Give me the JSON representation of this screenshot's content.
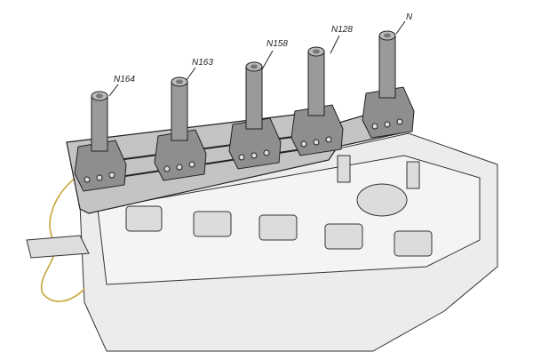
{
  "figure": {
    "labels": [
      "N164",
      "N163",
      "N158",
      "N128",
      "N"
    ],
    "colors": {
      "wire": "#c8a53a",
      "coil": "#9a9a9a",
      "outline": "#222222"
    }
  }
}
